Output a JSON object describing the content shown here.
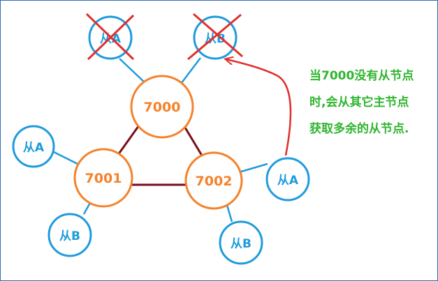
{
  "colors": {
    "master_stroke": "#f5822a",
    "master_text": "#f5822a",
    "slave_stroke": "#1e9bdc",
    "slave_text": "#1e9bdc",
    "master_link": "#7a0e1c",
    "slave_link": "#1e9bdc",
    "cross": "#e0302c",
    "arrow": "#e0302c",
    "note": "#2fb52f",
    "border": "#2f6db5"
  },
  "masters": {
    "m7000": "7000",
    "m7001": "7001",
    "m7002": "7002"
  },
  "slaves": {
    "s7000a": "从A",
    "s7000b": "从B",
    "s7001a": "从A",
    "s7001b": "从B",
    "s7002a": "从A",
    "s7002b": "从B"
  },
  "note": {
    "line1": "当7000没有从节点",
    "line2": "时,会从其它主节点",
    "line3": "获取多余的从节点."
  }
}
